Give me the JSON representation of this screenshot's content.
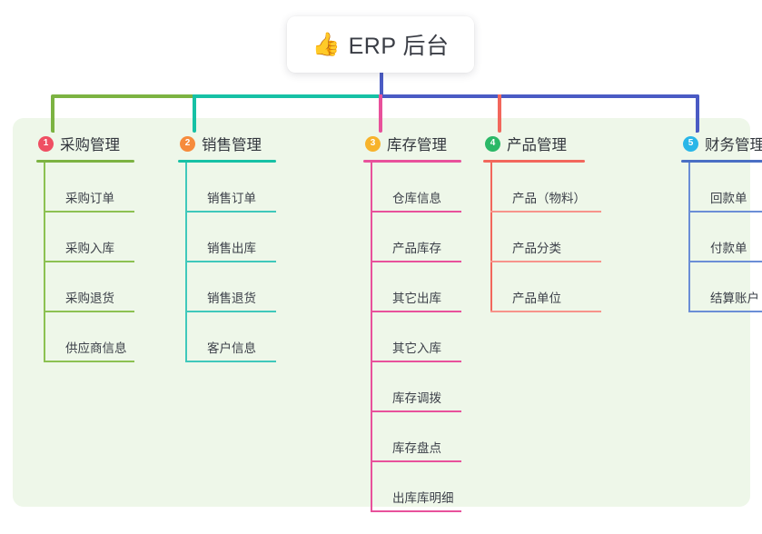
{
  "root": {
    "icon": "thumbs-up-icon",
    "emoji": "👍",
    "title": "ERP 后台"
  },
  "colors": {
    "panel_background": "#eef7e9",
    "page_background": "#ffffff",
    "title_text": "#3a3d45",
    "connector_green": "#7cb342",
    "connector_teal": "#16c1a5",
    "connector_indigo": "#4a5bc4",
    "connector_pink": "#e8519b",
    "connector_salmon": "#f2675c"
  },
  "columns": [
    {
      "number": "1",
      "title": "采购管理",
      "badge_color": "#ef4f63",
      "rule_color": "#7cb342",
      "rail_color": "#8cc152",
      "leaf_line_color": "#8cc152",
      "items": [
        "采购订单",
        "采购入库",
        "采购退货",
        "供应商信息"
      ]
    },
    {
      "number": "2",
      "title": "销售管理",
      "badge_color": "#f68b3c",
      "rule_color": "#16c1a5",
      "rail_color": "#3fc8bb",
      "leaf_line_color": "#3fc8bb",
      "items": [
        "销售订单",
        "销售出库",
        "销售退货",
        "客户信息"
      ]
    },
    {
      "number": "3",
      "title": "库存管理",
      "badge_color": "#f7b32b",
      "rule_color": "#e8519b",
      "rail_color": "#e8519b",
      "leaf_line_color": "#e8519b",
      "items": [
        "仓库信息",
        "产品库存",
        "其它出库",
        "其它入库",
        "库存调拨",
        "库存盘点",
        "出库库明细"
      ]
    },
    {
      "number": "4",
      "title": "产品管理",
      "badge_color": "#2bb867",
      "rule_color": "#f2675c",
      "rail_color": "#f2675c",
      "leaf_line_color": "#f7938b",
      "items": [
        "产品（物料）",
        "产品分类",
        "产品单位"
      ]
    },
    {
      "number": "5",
      "title": "财务管理",
      "badge_color": "#29b6e8",
      "rule_color": "#4a6fc4",
      "rail_color": "#6b8ed6",
      "leaf_line_color": "#6b8ed6",
      "items": [
        "回款单",
        "付款单",
        "结算账户"
      ]
    }
  ]
}
